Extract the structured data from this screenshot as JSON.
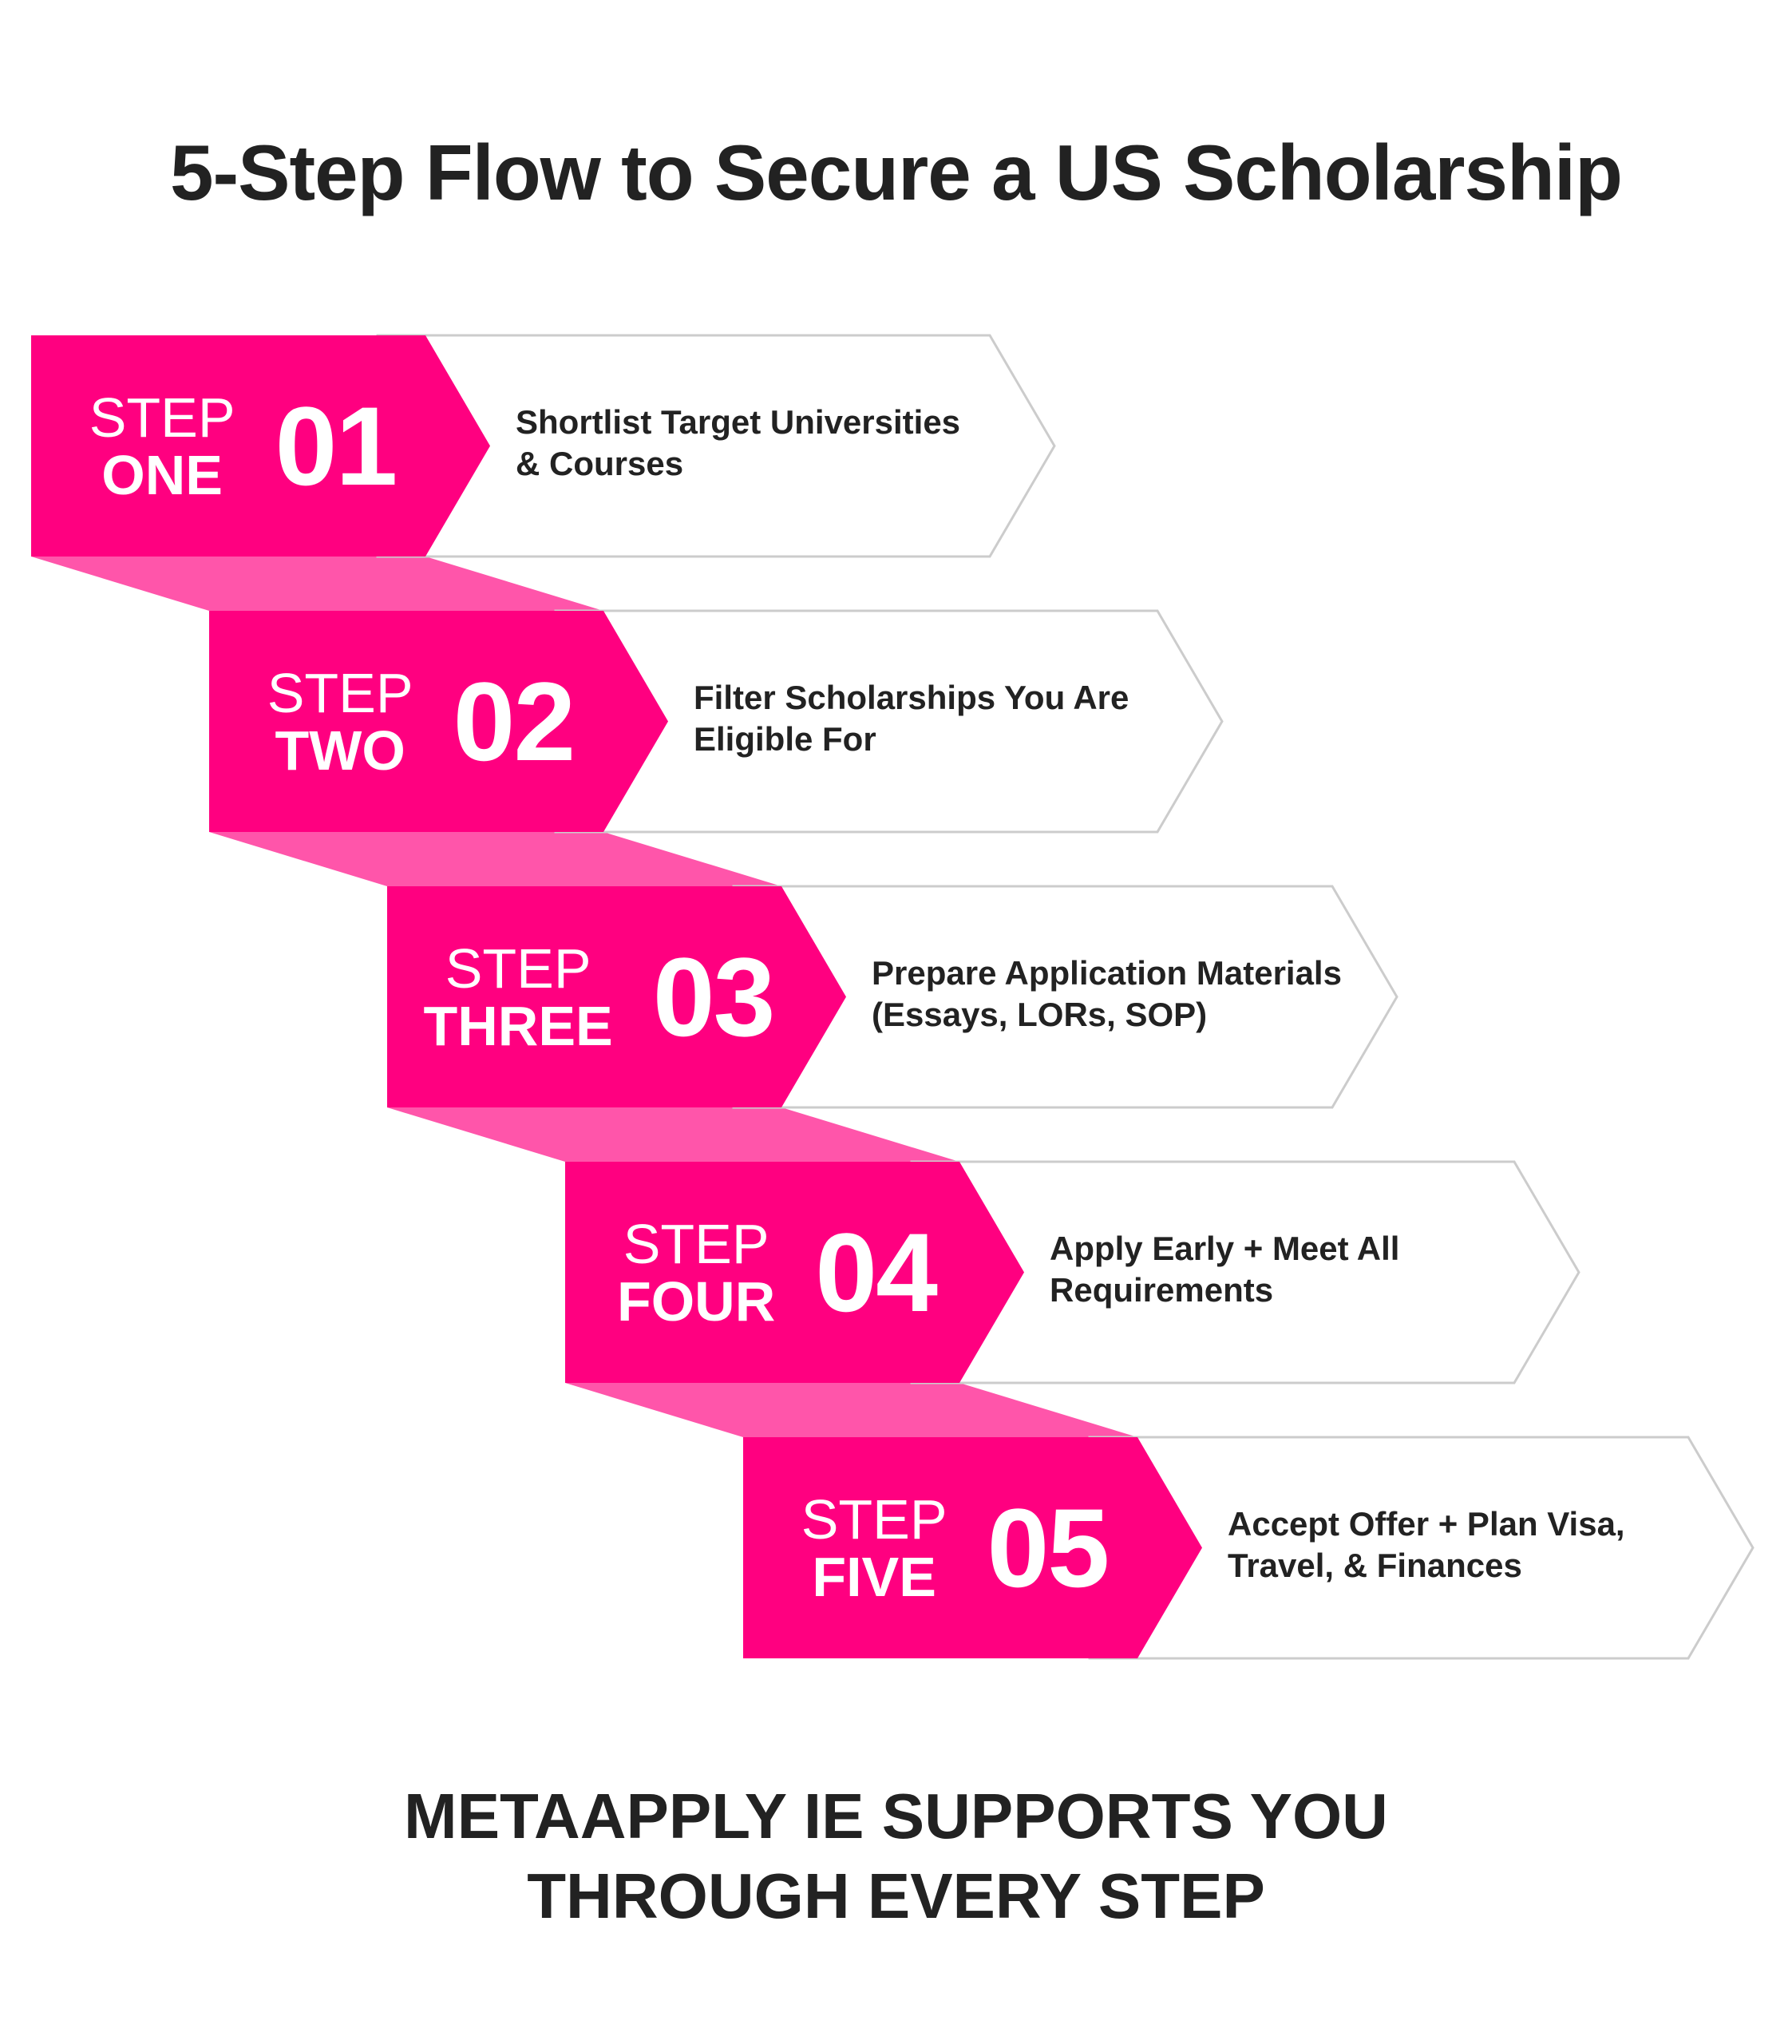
{
  "title": "5-Step Flow to Secure a US Scholarship",
  "colors": {
    "primary": "#ff0080",
    "connector": "#ff55aa",
    "outline": "#cccccc",
    "text": "#222222"
  },
  "steps": [
    {
      "word": "STEP",
      "ordinal": "ONE",
      "number": "01",
      "lines": [
        "Shortlist Target Universities",
        "& Courses"
      ]
    },
    {
      "word": "STEP",
      "ordinal": "TWO",
      "number": "02",
      "lines": [
        "Filter Scholarships You Are",
        "Eligible For"
      ]
    },
    {
      "word": "STEP",
      "ordinal": "THREE",
      "number": "03",
      "lines": [
        "Prepare Application Materials",
        "(Essays, LORs, SOP)"
      ]
    },
    {
      "word": "STEP",
      "ordinal": "FOUR",
      "number": "04",
      "lines": [
        "Apply Early + Meet All",
        "Requirements"
      ]
    },
    {
      "word": "STEP",
      "ordinal": "FIVE",
      "number": "05",
      "lines": [
        "Accept Offer + Plan Visa,",
        "Travel, & Finances"
      ]
    }
  ],
  "footer": {
    "line1": "METAAPPLY IE SUPPORTS YOU",
    "line2": "THROUGH EVERY STEP"
  }
}
